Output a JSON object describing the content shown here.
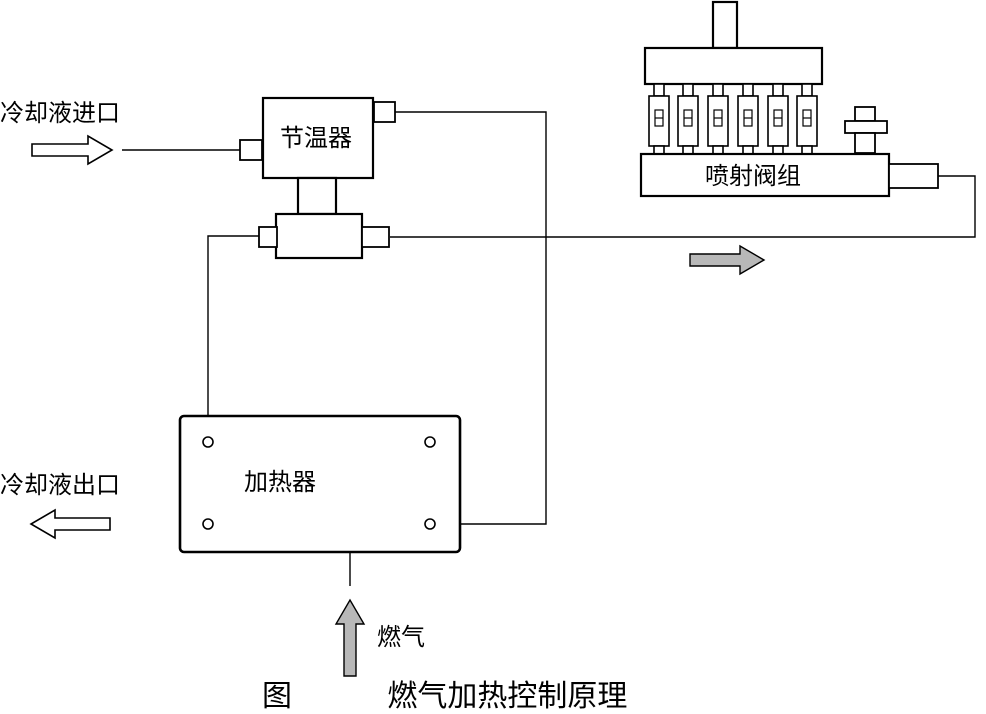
{
  "labels": {
    "coolant_inlet": "冷却液进口",
    "coolant_outlet": "冷却液出口",
    "thermostat": "节温器",
    "injection_valve_group": "喷射阀组",
    "heater": "加热器",
    "fuel_gas": "燃气"
  },
  "caption": "图          燃气加热控制原理",
  "colors": {
    "line": "#000000",
    "arrow_gray": "#b8b8b8",
    "arrow_outline": "#ffffff"
  }
}
